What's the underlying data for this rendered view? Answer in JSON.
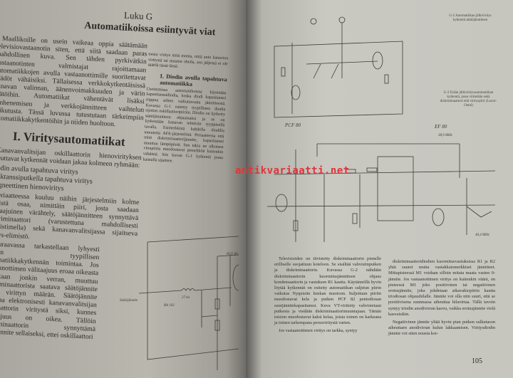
{
  "left_page": {
    "chapter": "Luku G",
    "title": "Automatiikoissa esiintyvät viat",
    "intro": "Maallikoille on usein vaikeaa oppia säätämään televisiovastaanotin siten, että siitä saadaan paras mahdollinen kuva. Sen tähden pyrkivätkin vastaanotinten valmistajat rajoittamaan automatiikkojen avulla vastaanottimille suoritettavat säädöt vähäisiksi. Tällaisessa verkkokytkentäisissä kanavan valinnan, äänenvoimakkuuden ja värin säätöihin. Automatiikat vähentävät lisäksi vanhenemisen ja verkkojännitteen vaihtelun vaikutusta. Tässä luvussa tutustutaan tärkeimpiin automatiikkakytkentöihin ja niiden huoltoon.",
    "section_heading": "I. Viritysautomatiikat",
    "section_intro": "Kanavanvalitsijan oskillaattorin hienovirityksen toteuttavat kytkennät voidaan jakaa kolmeen ryhmään:",
    "list": [
      "Diodin avulla tapahtuva viritys",
      "Reaktanssiputkella tapahtuva viritys",
      "Magneettinen hienoviritys"
    ],
    "para2": "Periaatteessa kuuluu näihin järjestelmiin kolme erillistä osaa, nimittäin piiri, josta saadaan välitaajuinen värähtely, säätöjännitteen synnyttävä diskriminaattori (varustettuna mahdollisesti vahvistimella) sekä kanavanvalitsijassa sijaitseva viritys-elimistö.",
    "para3": "Seuraavassa tarkastellaan lyhyesti näiden tyypillisen automatiikkakytkennän toimintaa. Jos vastaanottimen välitaajuus eroaa oikeasta arvostaan jonkin verran, muuttuu diskriminaattorista saatava säätöjännite myös virittyn määrän. Säätöjännite muuttaa elektronisesti kanavanvalitsijan oskillaattorin viritystä siksi, kunnes välitaajuus on oikea. Tällöin diskriminaattorin synnyttämä säätöjännite sellaiseksi, ettei oskillaattori",
    "col2_top": "toisin viritys mitä monta, mitä auto kanavien viritystä tai muuten ohella, sen jäljessä ei ole säätöä tässä tässä.",
    "col2_heading": "I. Diodin avulla tapahtuva automatiikka",
    "col2_text": "Useimmissa automatiikoissa käytetään kapasitanssidiodia, koska diodi kapasitanssi riippuu siihen vaikuttavasta jännitteestä. Kuvassa G-1 esitetty tyypillinen diodin sijoitus oskillaattoripiiriin. Diodin on kytketty säätöjännitteen ohjaamaksi ja se on kytkentään kanavan tehtävän tyyppisellä tavalla. Esimerkkinä kahdella diodilla toteutettu AFA-järjestelmä. Periaatteena että mitä diskriminaattorijännite, kapasitanssi muuttuu lämpöpiiriä. Sen takia ne ulkoisen virtapiirin muodostavat pienehköä kuitenkin vähäistä. Siis kuvan G-1 kytkentä jossa kaistalla sijaitsee.",
    "fig_labels": {
      "inductor": "27 kn",
      "diode": "BA 102",
      "input": "Säätöjännite",
      "tube": "PCF 80"
    }
  },
  "right_page": {
    "fig2_caption": "G-2 Automatiikan jälkiviritys kytkentä säätöjännitteen",
    "fig3_caption": "G-3 Erään jälkiviritysautomatiikan kytkentä, jossa viritetään sekä diskriminaattori että virityspiiri (Luxor-Oetal)",
    "tube_labels": [
      "PCF 80",
      "EF 80"
    ],
    "freq_label": "38,9 MHz",
    "freq_label2": "40,4 MHz",
    "col_left": "Televisioiden on tiivistetty diskriminaattorin pienelle erilliselle suojattuun koteloon. Se sisältää vahvistinputken ja diskriminaattorin. Kuvassa G-2 nähdään diskriminaattorin kuormitusjännitteen ohjaus kondensaattorin ja vastuksen R1 kautta. Käytännöllä hyvin löytää kytkennät on esitetty automatiikan suljetun piirin vaikutus Nyquistin luiskan muotoon. Suljettuun piiriin muodostavat kela ja putken PCF 82 pentodiosan suurjännitekapasitanssi. Kuva VT-viritetty vahvistetaan putkesta ja viedään diskriminaattorimuuntajaan. Tämän toision muodostavat kaksi kelaa, joista toinen on karkeana ja toinen tarkempana perusviritystä varten.",
    "col_left_2": "Jos vastaanottimen viritys on tarkka, syntyy",
    "col_right": "diskriminaattoridiodien kuormitusvastuksissa R1 ja R2 yhtä suuret mutta vastakkaismerkkiset jännitteet. Mittapisteessä M1 voidaan silloin mitata maata vasten 0-jännite. Jos vastaanottimen viritys on kuitenkin väärä, on pisteessä M1 joko positiivinen tai negatiivinen erotusjännite, joka johdetaan aikavakiopiirin kautta triodiosan ohjaushilalle. Jännite voi olla niin suuri, että se positiivisena suunnassa aiheuttaa hilavirtaa. Tällä tavoin syntyy triodin anodivirran kasvu, vaikka erotusjännite vielä kasvaisikin.",
    "col_right_2": "Negatiivinen jännite yltää hyvin pian putken sulkutason aiheuttaen anodivirran kulun lakkaamisen. Viritysdiodin jännite voi siten nousta kor-",
    "page_number": "105"
  },
  "watermark": "antikvariaatti.net"
}
